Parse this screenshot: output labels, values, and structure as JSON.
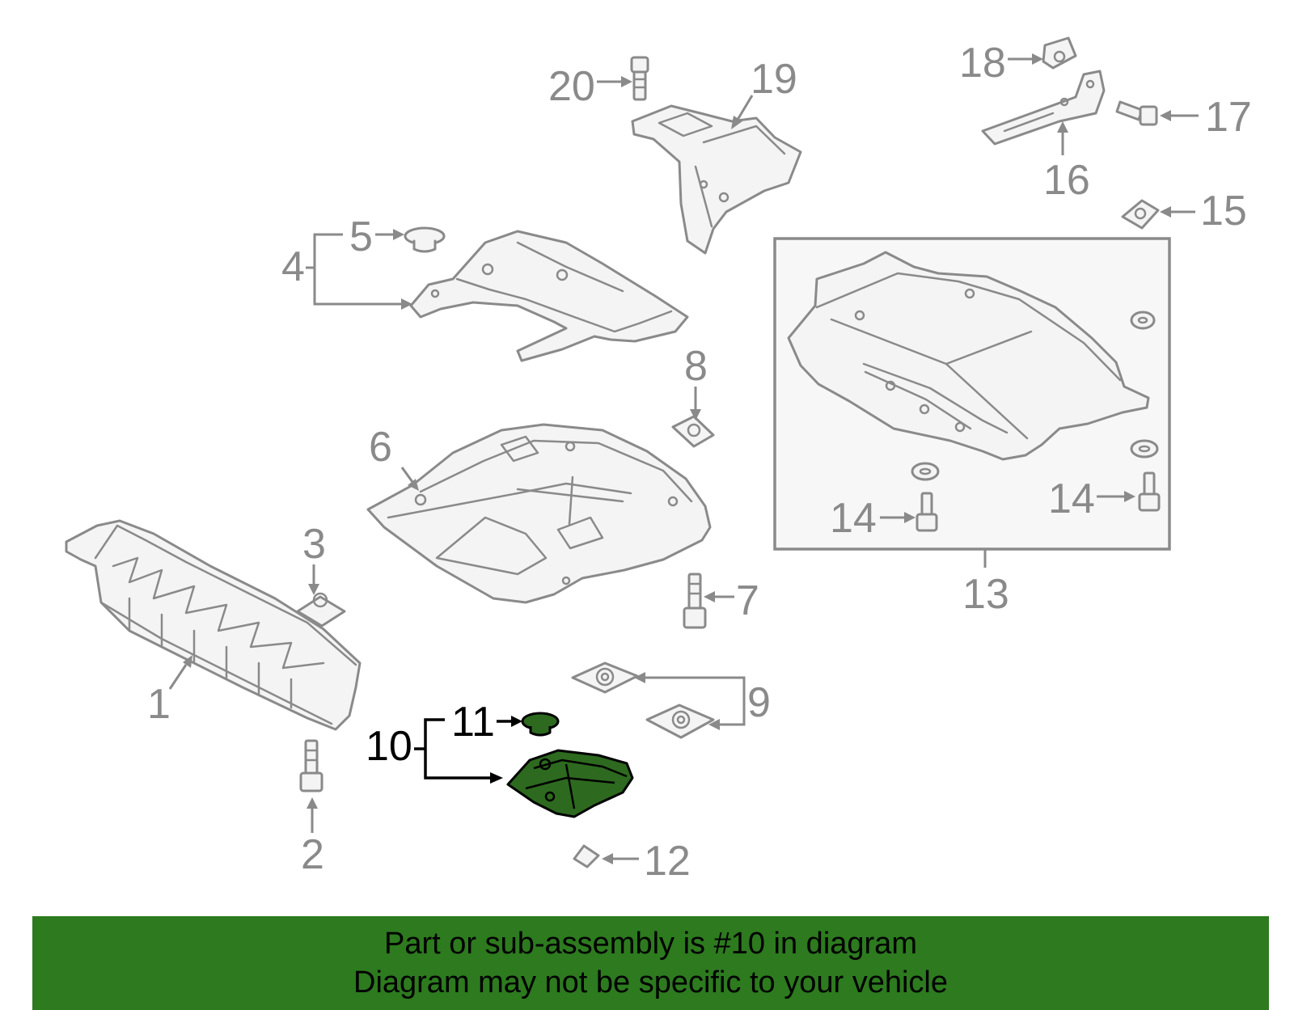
{
  "callouts": {
    "c1": "1",
    "c2": "2",
    "c3": "3",
    "c4": "4",
    "c5": "5",
    "c6": "6",
    "c7": "7",
    "c8": "8",
    "c9": "9",
    "c10": "10",
    "c11": "11",
    "c12": "12",
    "c13": "13",
    "c14a": "14",
    "c14b": "14",
    "c15": "15",
    "c16": "16",
    "c17": "17",
    "c18": "18",
    "c19": "19",
    "c20": "20"
  },
  "footer": {
    "line1": "Part or sub-assembly is #10 in diagram",
    "line2": "Diagram may not be specific to your vehicle"
  },
  "colors": {
    "highlight": "#2d6a1f",
    "banner": "#2d7a1f",
    "line_gray": "#8a8a8a"
  }
}
